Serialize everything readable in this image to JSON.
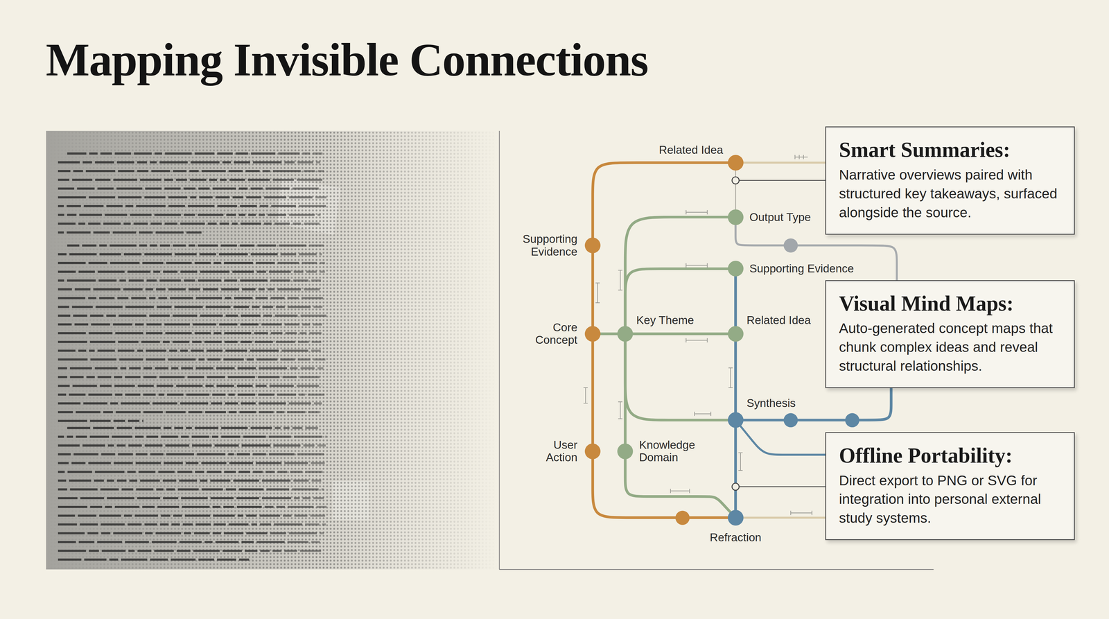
{
  "diagram": {
    "title": "Mapping Invisible Connections",
    "nodes": [
      {
        "text": [
          "Related Idea"
        ]
      },
      {
        "text": [
          "Output Type"
        ]
      },
      {
        "text": [
          "Supporting Evidence"
        ]
      },
      {
        "text": [
          "Supporting Evidence"
        ]
      },
      {
        "text": [
          "Core Concept"
        ]
      },
      {
        "text": [
          "Key Theme"
        ]
      },
      {
        "text": [
          "Related Idea"
        ]
      },
      {
        "text": [
          "Synthesis"
        ]
      },
      {
        "text": [
          "User Action"
        ]
      },
      {
        "text": [
          "Knowledge Domain"
        ]
      },
      {
        "text": [
          "Refraction"
        ]
      },
      {
        "text": [
          "Smart Summaries:",
          "Narrative overviews paired with structured key takeaways, surfaced alongside the source."
        ]
      },
      {
        "text": [
          "Visual Mind Maps:",
          "Auto-generated concept maps that chunk complex ideas and reveal structural relationships."
        ]
      },
      {
        "text": [
          "Offline Portability:",
          "Direct export to PNG or SVG for integration into personal external study systems."
        ]
      }
    ],
    "edges": [
      {
        "from": 0,
        "to": 2,
        "arrow": "none"
      },
      {
        "from": 2,
        "to": 4,
        "arrow": "none"
      },
      {
        "from": 4,
        "to": 8,
        "arrow": "none"
      },
      {
        "from": 8,
        "to": 10,
        "arrow": "none"
      },
      {
        "from": 0,
        "to": 1,
        "arrow": "none"
      },
      {
        "from": 1,
        "to": 5,
        "arrow": "none"
      },
      {
        "from": 5,
        "to": 9,
        "arrow": "none"
      },
      {
        "from": 9,
        "to": 10,
        "arrow": "none"
      },
      {
        "from": 5,
        "to": 3,
        "arrow": "none"
      },
      {
        "from": 5,
        "to": 7,
        "arrow": "none"
      },
      {
        "from": 4,
        "to": 5,
        "arrow": "none"
      },
      {
        "from": 5,
        "to": 6,
        "arrow": "none"
      },
      {
        "from": 3,
        "to": 6,
        "arrow": "none"
      },
      {
        "from": 6,
        "to": 7,
        "arrow": "none"
      },
      {
        "from": 7,
        "to": 10,
        "arrow": "none"
      },
      {
        "from": 0,
        "to": 11,
        "arrow": "none"
      },
      {
        "from": 1,
        "to": 12,
        "arrow": "none"
      },
      {
        "from": 7,
        "to": 12,
        "arrow": "none"
      },
      {
        "from": 7,
        "to": 13,
        "arrow": "none"
      },
      {
        "from": 10,
        "to": 13,
        "arrow": "none"
      }
    ]
  }
}
